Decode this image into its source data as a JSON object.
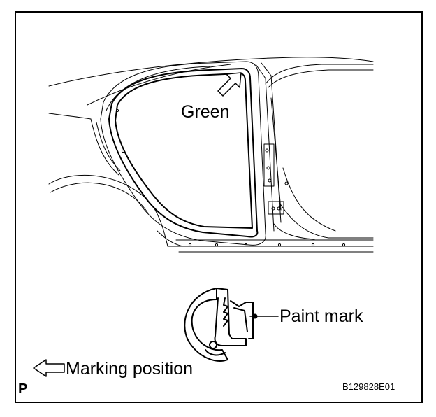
{
  "labels": {
    "green": "Green",
    "paint_mark": "Paint mark",
    "marking_position": "Marking position",
    "page_letter": "P",
    "figure_code": "B129828E01"
  },
  "colors": {
    "line": "#000000",
    "background": "#ffffff"
  },
  "icons": {
    "arrow_green": "outline-arrow-up-right-icon",
    "arrow_marking": "outline-arrow-left-icon"
  }
}
